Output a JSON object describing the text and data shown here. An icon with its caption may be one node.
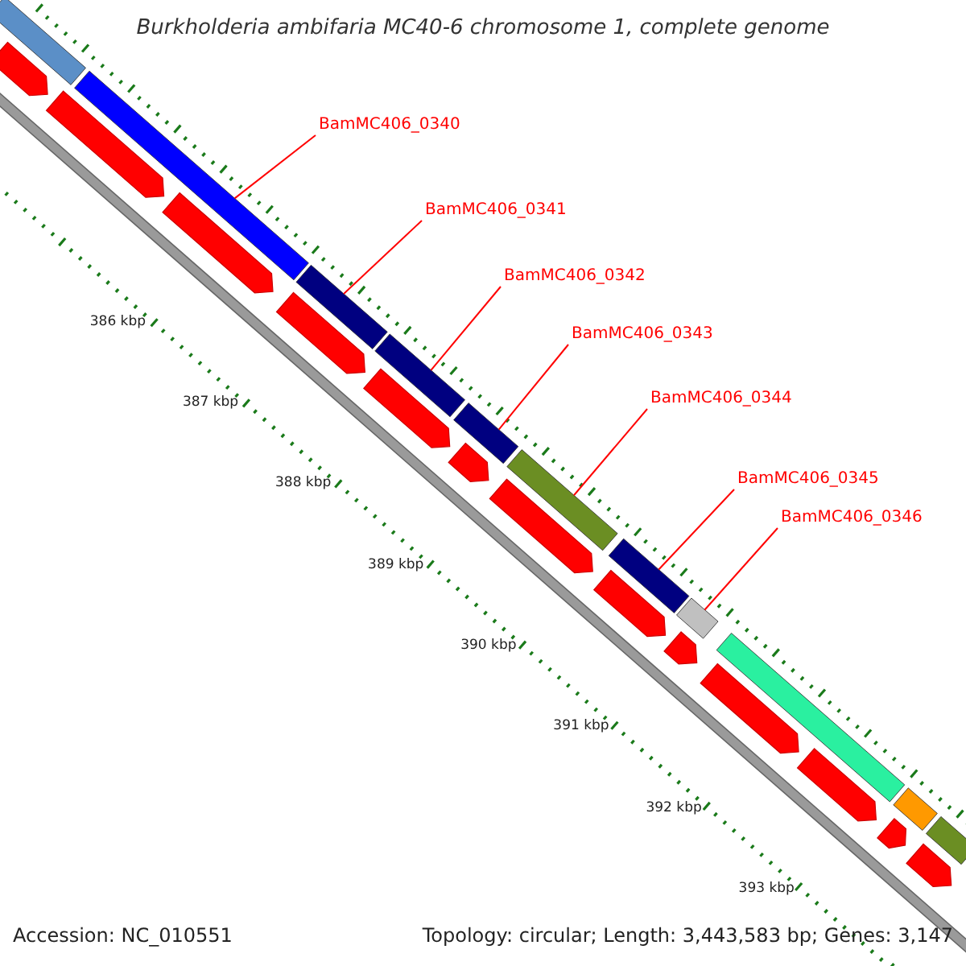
{
  "diagram": {
    "title": "Burkholderia ambifaria MC40-6 chromosome 1, complete genome",
    "nodes": [
      {
        "text": [
          "BamMC406_0340"
        ]
      },
      {
        "text": [
          "BamMC406_0341"
        ]
      },
      {
        "text": [
          "BamMC406_0342"
        ]
      },
      {
        "text": [
          "BamMC406_0343"
        ]
      },
      {
        "text": [
          "BamMC406_0344"
        ]
      },
      {
        "text": [
          "BamMC406_0345"
        ]
      },
      {
        "text": [
          "BamMC406_0346"
        ]
      },
      {
        "text": [],
        "shape": "bar"
      },
      {
        "text": [],
        "shape": "bar"
      },
      {
        "text": [],
        "shape": "bar"
      },
      {
        "text": [],
        "shape": "bar"
      },
      {
        "text": [],
        "shape": "bar"
      },
      {
        "text": [],
        "shape": "bar"
      },
      {
        "text": [],
        "shape": "bar"
      },
      {
        "text": [],
        "shape": "bar"
      },
      {
        "text": [],
        "shape": "bar"
      },
      {
        "text": [],
        "shape": "bar"
      },
      {
        "text": [],
        "shape": "bar"
      },
      {
        "text": [],
        "shape": "arrow"
      },
      {
        "text": [],
        "shape": "arrow"
      },
      {
        "text": [],
        "shape": "arrow"
      },
      {
        "text": [],
        "shape": "arrow"
      },
      {
        "text": [],
        "shape": "arrow"
      },
      {
        "text": [],
        "shape": "arrow"
      },
      {
        "text": [],
        "shape": "arrow"
      },
      {
        "text": [],
        "shape": "arrow"
      },
      {
        "text": [],
        "shape": "arrow"
      },
      {
        "text": [],
        "shape": "arrow"
      },
      {
        "text": [],
        "shape": "arrow"
      },
      {
        "text": [],
        "shape": "arrow"
      },
      {
        "text": [],
        "shape": "arrow"
      }
    ],
    "edges": [
      {
        "from": 0,
        "to": 8,
        "arrow": "none"
      },
      {
        "from": 1,
        "to": 9,
        "arrow": "none"
      },
      {
        "from": 2,
        "to": 10,
        "arrow": "none"
      },
      {
        "from": 3,
        "to": 11,
        "arrow": "none"
      },
      {
        "from": 4,
        "to": 12,
        "arrow": "none"
      },
      {
        "from": 5,
        "to": 13,
        "arrow": "none"
      },
      {
        "from": 6,
        "to": 14,
        "arrow": "none"
      }
    ],
    "labels": [
      "386 kbp",
      "387 kbp",
      "388 kbp",
      "389 kbp",
      "390 kbp",
      "391 kbp",
      "392 kbp",
      "393 kbp",
      "Accession: NC_010551",
      "Topology: circular; Length: 3,443,583 bp; Genes: 3,147"
    ]
  }
}
